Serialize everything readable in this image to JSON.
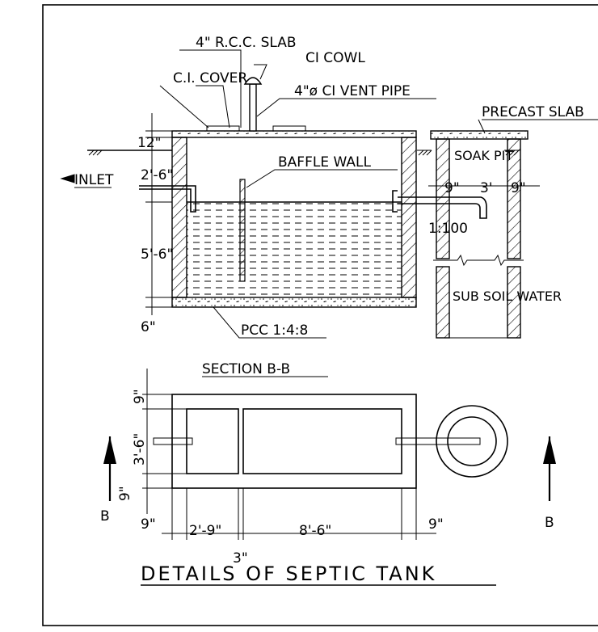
{
  "labels": {
    "rcc_slab": "4\" R.C.C. SLAB",
    "ci_cowl": "CI COWL",
    "ci_cover": "C.I. COVER",
    "vent_pipe": "4\"ø CI VENT PIPE",
    "precast_slab": "PRECAST SLAB",
    "inlet": "INLET",
    "baffle_wall": "BAFFLE WALL",
    "soak_pit": "SOAK PIT",
    "slope": "1:100",
    "sub_soil_water": "SUB SOIL WATER",
    "pcc": "PCC 1:4:8",
    "section": "SECTION B-B",
    "title": "DETAILS OF SEPTIC TANK",
    "section_mark_left": "B",
    "section_mark_right": "B"
  },
  "dimensions": {
    "slab_thickness": "12\"",
    "freeboard": "2'-6\"",
    "liquid_depth": "5'-6\"",
    "pcc_thickness": "6\"",
    "pit_wall_left": "9\"",
    "pit_width": "3'",
    "pit_wall_right": "9\"",
    "plan_top_wall": "9\"",
    "plan_inner_width": "3'-6\"",
    "plan_bottom_wall": "9\"",
    "plan_left_wall": "9\"",
    "plan_chamber1": "2'-9\"",
    "plan_chamber2": "8'-6\"",
    "plan_right_wall": "9\"",
    "plan_baffle": "3\""
  },
  "colors": {
    "line": "#000000",
    "background": "#ffffff"
  }
}
